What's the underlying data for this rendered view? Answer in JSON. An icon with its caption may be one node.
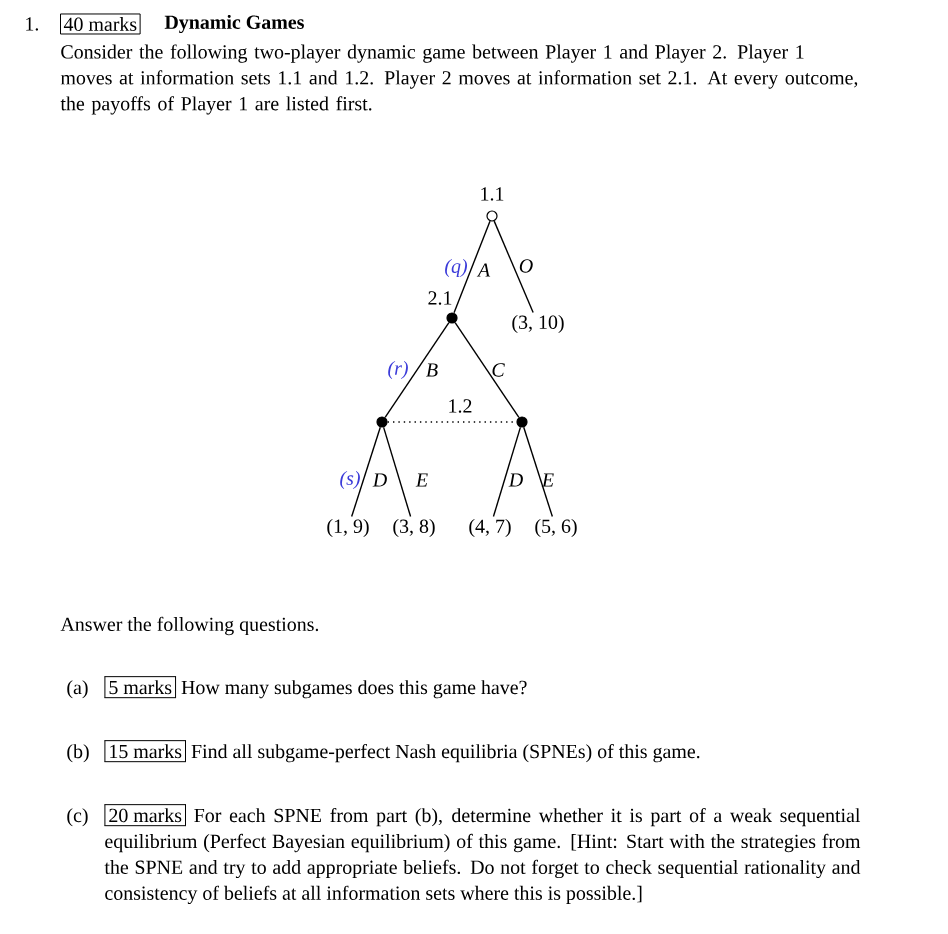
{
  "diagram": {
    "title": "Dynamic Games",
    "nodes": [
      {
        "text": [],
        "shape": "circle",
        "beside": [
          "1.1"
        ]
      },
      {
        "text": [],
        "shape": "circle",
        "beside": [
          "2.1"
        ]
      },
      {
        "text": [],
        "shape": "circle"
      },
      {
        "text": [],
        "shape": "circle"
      },
      {
        "text": [
          "(3, 10)"
        ]
      },
      {
        "text": [
          "(1, 9)"
        ]
      },
      {
        "text": [
          "(3, 8)"
        ]
      },
      {
        "text": [
          "(4, 7)"
        ]
      },
      {
        "text": [
          "(5, 6)"
        ]
      }
    ],
    "edges": [
      {
        "from": 0,
        "to": 1,
        "arrow": "none",
        "label": "A"
      },
      {
        "from": 0,
        "to": 4,
        "arrow": "none",
        "label": "O"
      },
      {
        "from": 1,
        "to": 2,
        "arrow": "none",
        "label": "B"
      },
      {
        "from": 1,
        "to": 3,
        "arrow": "none",
        "label": "C"
      },
      {
        "from": 2,
        "to": 3,
        "arrow": "none",
        "label": "1.2",
        "style": "dashed"
      },
      {
        "from": 2,
        "to": 5,
        "arrow": "none",
        "label": "D"
      },
      {
        "from": 2,
        "to": 6,
        "arrow": "none",
        "label": "E"
      },
      {
        "from": 3,
        "to": 7,
        "arrow": "none",
        "label": "D"
      },
      {
        "from": 3,
        "to": 8,
        "arrow": "none",
        "label": "E"
      }
    ],
    "labels": [
      "1.",
      "40 marks",
      "Consider the following two-player dynamic game between Player 1 and Player 2. Player 1 moves at information sets 1.1 and 1.2. Player 2 moves at information set 2.1. At every outcome, the payoffs of Player 1 are listed first.",
      "(q)",
      "(r)",
      "(s)",
      "Answer the following questions.",
      "(a)",
      "5 marks",
      "How many subgames does this game have?",
      "(b)",
      "15 marks",
      "Find all subgame-perfect Nash equilibria (SPNEs) of this game.",
      "(c)",
      "20 marks",
      "For each SPNE from part (b), determine whether it is part of a weak sequential equilibrium (Perfect Bayesian equilibrium) of this game. [Hint: Start with the strategies from the SPNE and try to add appropriate beliefs. Do not forget to check sequential rationality and consistency of beliefs at all information sets where this is possible.]"
    ]
  }
}
